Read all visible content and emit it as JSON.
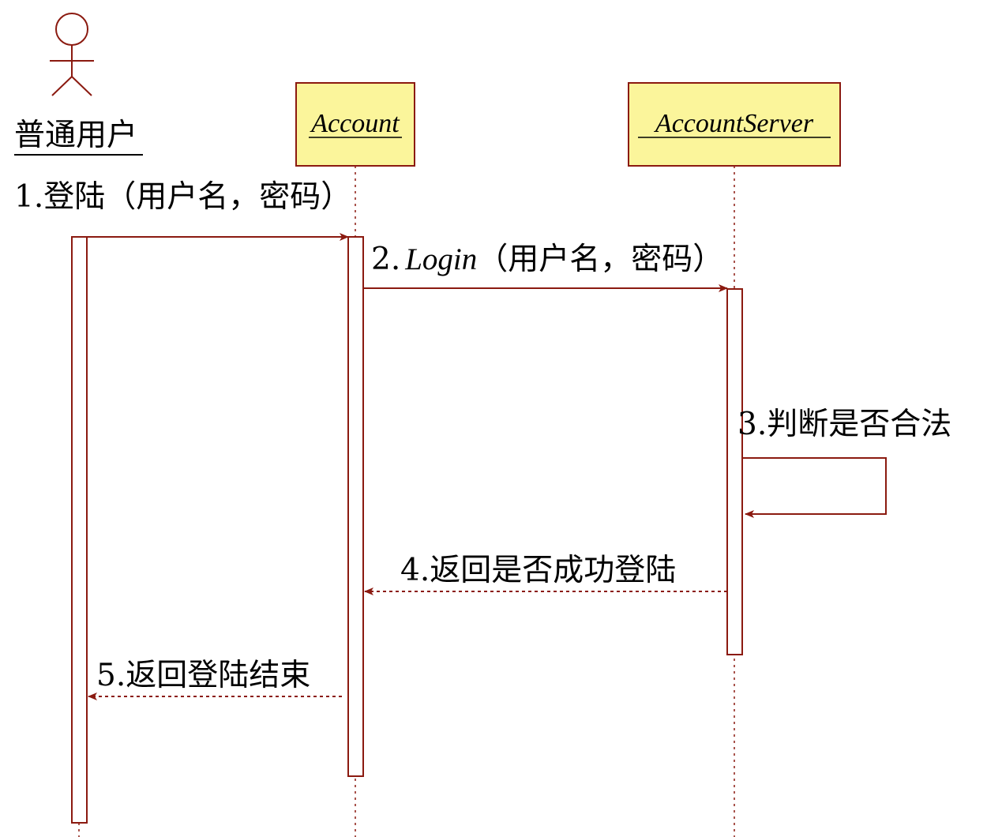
{
  "colors": {
    "line": "#8b1a10",
    "object_fill": "#fbf59b",
    "text": "#000000"
  },
  "actor": {
    "name": "普通用户",
    "icon": "stick-figure-actor-icon"
  },
  "objects": [
    {
      "name": "Account"
    },
    {
      "name": "AccountServer"
    }
  ],
  "messages": [
    {
      "number": "1.",
      "text": "登陆（用户名，密码）",
      "kind": "sync",
      "from": "普通用户",
      "to": "Account"
    },
    {
      "number": "2.",
      "method": "Login",
      "text": "（用户名，密码）",
      "kind": "sync",
      "from": "Account",
      "to": "AccountServer"
    },
    {
      "number": "3.",
      "text": "判断是否合法",
      "kind": "self",
      "from": "AccountServer",
      "to": "AccountServer"
    },
    {
      "number": "4.",
      "text": "返回是否成功登陆",
      "kind": "return",
      "from": "AccountServer",
      "to": "Account"
    },
    {
      "number": "5.",
      "text": "返回登陆结束",
      "kind": "return",
      "from": "Account",
      "to": "普通用户"
    }
  ]
}
